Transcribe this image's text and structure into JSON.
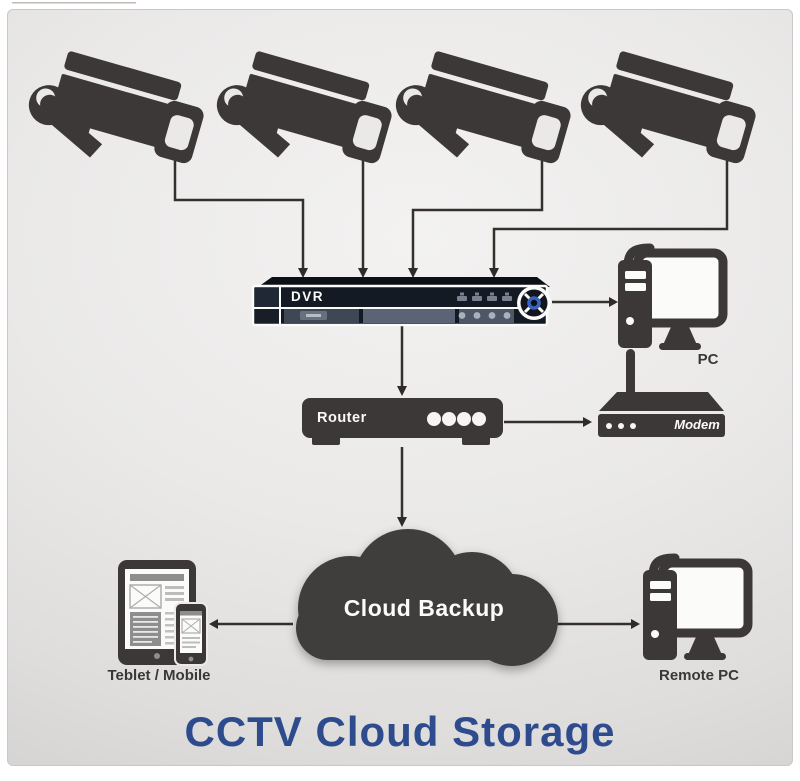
{
  "title": {
    "text": "CCTV Cloud Storage"
  },
  "devices": {
    "cameras": {
      "icon": "cctv-camera-icon",
      "count": 4
    },
    "dvr": {
      "label": "DVR",
      "icon": "dvr-device-icon"
    },
    "pc": {
      "label": "PC",
      "icon": "desktop-pc-icon"
    },
    "router": {
      "label": "Router",
      "icon": "router-icon",
      "indicator_dots": 4
    },
    "modem": {
      "label": "Modem",
      "icon": "modem-icon",
      "indicator_dots": 3
    },
    "cloud": {
      "label": "Cloud Backup",
      "icon": "cloud-icon"
    },
    "tablet": {
      "label": "Teblet / Mobile",
      "icon": "tablet-mobile-icon"
    },
    "remote_pc": {
      "label": "Remote PC",
      "icon": "desktop-pc-icon"
    }
  },
  "connections": [
    {
      "from": "camera-1",
      "to": "dvr"
    },
    {
      "from": "camera-2",
      "to": "dvr"
    },
    {
      "from": "camera-3",
      "to": "dvr"
    },
    {
      "from": "camera-4",
      "to": "dvr"
    },
    {
      "from": "dvr",
      "to": "pc"
    },
    {
      "from": "dvr",
      "to": "router"
    },
    {
      "from": "router",
      "to": "modem"
    },
    {
      "from": "router",
      "to": "cloud"
    },
    {
      "from": "cloud",
      "to": "tablet"
    },
    {
      "from": "cloud",
      "to": "remote-pc"
    }
  ],
  "colors": {
    "icon_dark": "#3b3837",
    "connector_line": "#33302e",
    "title_blue": "#2d4b8d",
    "dvr_face": "#141a24",
    "dvr_panel": "#5a6474",
    "dial_blue": "#3a63bd",
    "canvas_gray": "#e9e8e7",
    "label_dark": "#3a3836",
    "white": "#fbfbfa"
  }
}
